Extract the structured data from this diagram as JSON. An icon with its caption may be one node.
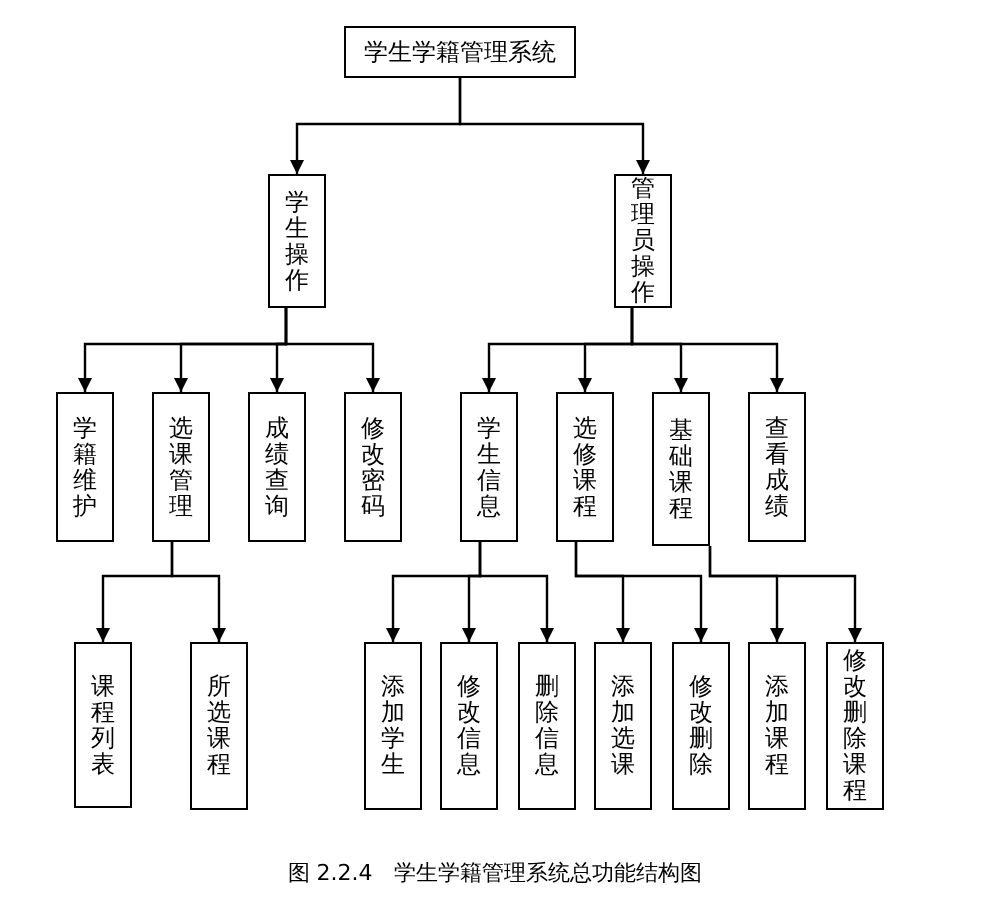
{
  "diagram": {
    "caption": "图 2.2.4　学生学籍管理系统总功能结构图",
    "nodes": [
      {
        "text": [
          "学生学籍管理系统"
        ]
      },
      {
        "text": [
          "学生操作"
        ]
      },
      {
        "text": [
          "管理员操作"
        ]
      },
      {
        "text": [
          "学籍维护"
        ]
      },
      {
        "text": [
          "选课管理"
        ]
      },
      {
        "text": [
          "成绩查询"
        ]
      },
      {
        "text": [
          "修改密码"
        ]
      },
      {
        "text": [
          "学生信息"
        ]
      },
      {
        "text": [
          "选修课程"
        ]
      },
      {
        "text": [
          "基础课程"
        ]
      },
      {
        "text": [
          "查看成绩"
        ]
      },
      {
        "text": [
          "课程列表"
        ]
      },
      {
        "text": [
          "所选课程"
        ]
      },
      {
        "text": [
          "添加学生"
        ]
      },
      {
        "text": [
          "修改信息"
        ]
      },
      {
        "text": [
          "删除信息"
        ]
      },
      {
        "text": [
          "添加选课"
        ]
      },
      {
        "text": [
          "修改删除"
        ]
      },
      {
        "text": [
          "添加课程"
        ]
      },
      {
        "text": [
          "修改删除课程"
        ]
      }
    ],
    "edges": [
      {
        "from": 0,
        "to": 1,
        "arrow": "to"
      },
      {
        "from": 0,
        "to": 2,
        "arrow": "to"
      },
      {
        "from": 1,
        "to": 3,
        "arrow": "to"
      },
      {
        "from": 1,
        "to": 4,
        "arrow": "to"
      },
      {
        "from": 1,
        "to": 5,
        "arrow": "to"
      },
      {
        "from": 1,
        "to": 6,
        "arrow": "to"
      },
      {
        "from": 2,
        "to": 7,
        "arrow": "to"
      },
      {
        "from": 2,
        "to": 8,
        "arrow": "to"
      },
      {
        "from": 2,
        "to": 9,
        "arrow": "to"
      },
      {
        "from": 2,
        "to": 10,
        "arrow": "to"
      },
      {
        "from": 4,
        "to": 11,
        "arrow": "to"
      },
      {
        "from": 4,
        "to": 12,
        "arrow": "to"
      },
      {
        "from": 7,
        "to": 13,
        "arrow": "to"
      },
      {
        "from": 7,
        "to": 14,
        "arrow": "to"
      },
      {
        "from": 7,
        "to": 15,
        "arrow": "to"
      },
      {
        "from": 8,
        "to": 16,
        "arrow": "to"
      },
      {
        "from": 8,
        "to": 17,
        "arrow": "to"
      },
      {
        "from": 9,
        "to": 18,
        "arrow": "to"
      },
      {
        "from": 9,
        "to": 19,
        "arrow": "to"
      }
    ]
  }
}
